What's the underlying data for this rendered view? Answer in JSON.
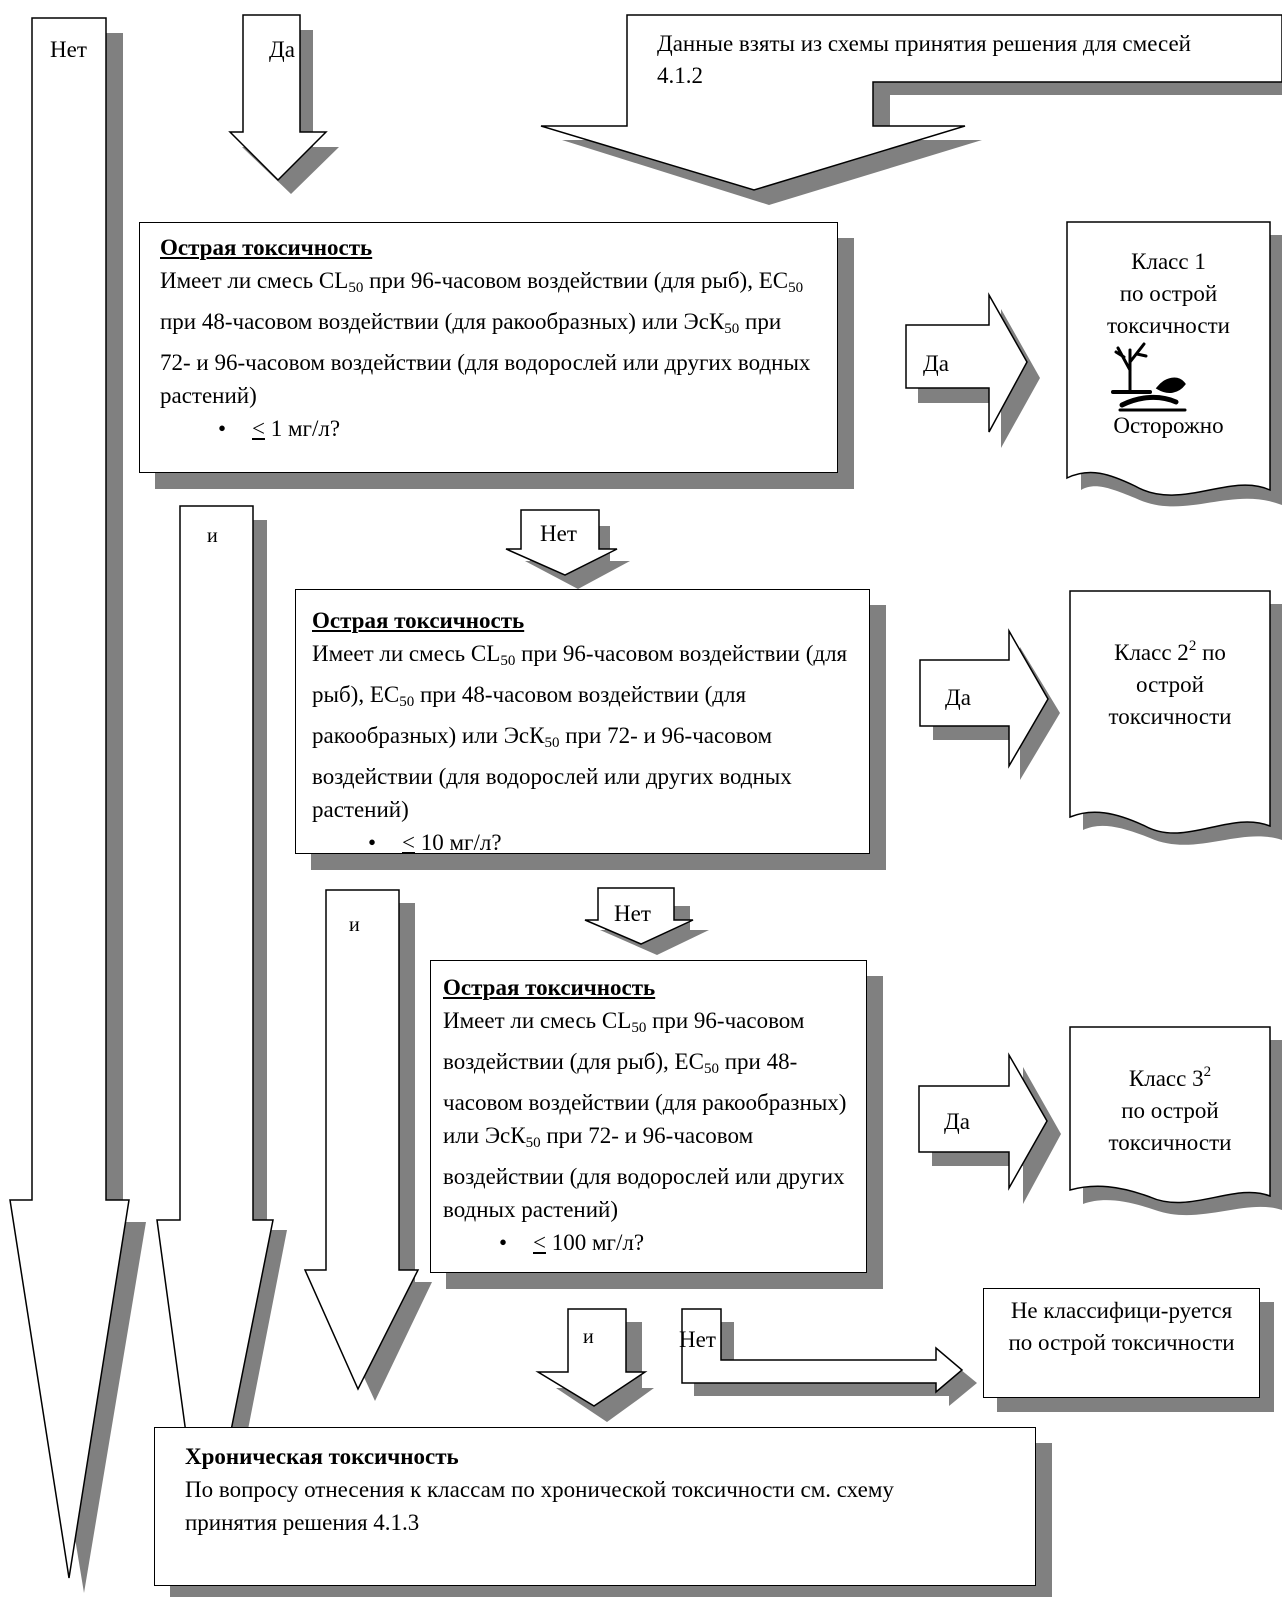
{
  "top_note": "Данные взяты из схемы принятия решения для смесей 4.1.2",
  "labels": {
    "net": "Нет",
    "da": "Да",
    "i": "и",
    "sub50": "50",
    "sup2": "2",
    "le": "<"
  },
  "box1": {
    "title": "Острая токсичность",
    "text": "Имеет ли смесь CL50 при 96-часовом воздействии (для рыб), EC50 при 48-часовом воздействии (для ракообразных) или ЭсК50 при 72- и 96-часовом воздействии (для водорослей или других водных растений)",
    "parts": [
      "Имеет ли смесь CL",
      " при 96-часовом воздействии (для рыб), EC",
      " при 48-часовом воздействии (для ракообразных) или ЭсК",
      " при 72- и 96-часовом воздействии (для водорослей или других водных растений)"
    ],
    "bullet": "1 мг/л?"
  },
  "box2": {
    "title": "Острая токсичность",
    "parts": [
      "Имеет ли смесь CL",
      " при 96-часовом воздействии (для рыб), EC",
      " при 48-часовом воздействии (для ракообразных) или ЭсК",
      " при 72- и 96-часовом воздействии (для водорослей или других водных растений)"
    ],
    "bullet": "10 мг/л?"
  },
  "box3": {
    "title": "Острая токсичность",
    "parts": [
      "Имеет ли смесь CL",
      " при 96-часовом воздействии (для рыб), EC",
      " при 48-часовом воздействии (для ракообразных) или ЭсК",
      " при 72- и 96-часовом воздействии (для водорослей или других водных растений)"
    ],
    "bullet": "100 мг/л?"
  },
  "class1": {
    "line1": "Класс 1",
    "line2": "по острой",
    "line3": "токсичности",
    "signal": "Осторожно",
    "pictogram": "environment-hazard-icon"
  },
  "class2": {
    "pre": "Класс 2",
    "post": " по",
    "line2": "острой",
    "line3": "токсичности"
  },
  "class3": {
    "pre": "Класс 3",
    "line2": "по острой",
    "line3": "токсичности"
  },
  "not_classified": "Не классифици-руется по острой токсичности",
  "chronic": {
    "title": "Хроническая токсичность",
    "text": "По вопросу отнесения к классам по хронической токсичности см. схему принятия решения 4.1.3"
  }
}
